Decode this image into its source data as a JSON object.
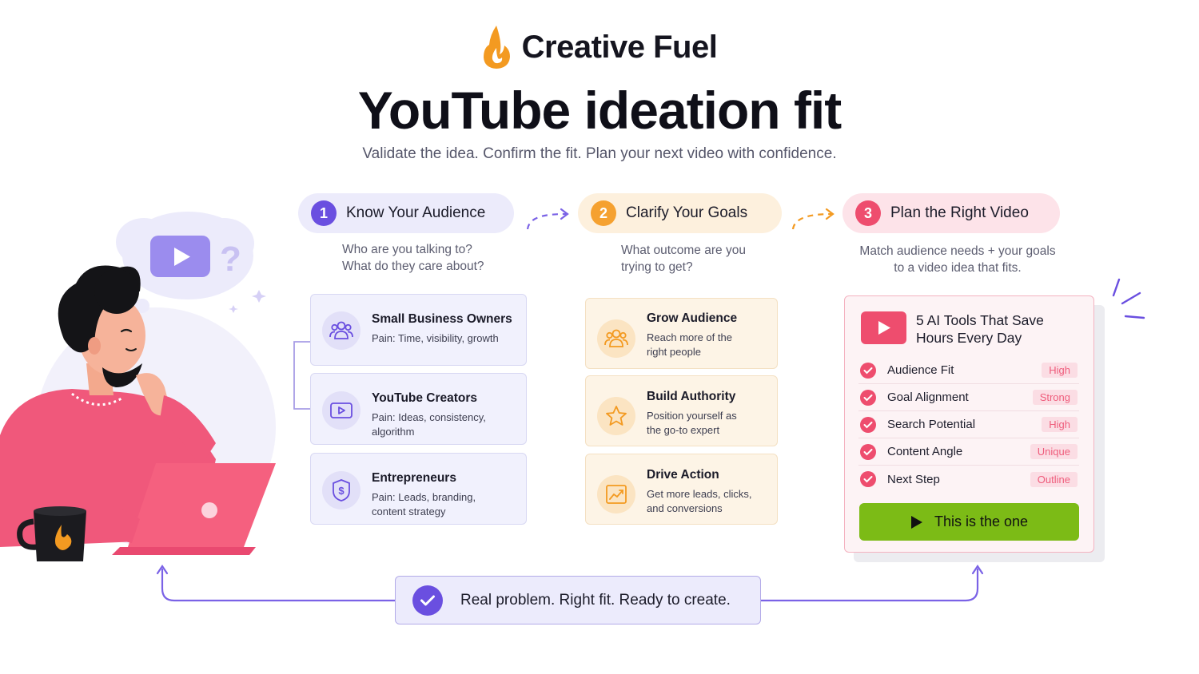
{
  "brand": {
    "name": "Creative Fuel",
    "color": "#f39a21"
  },
  "title": "YouTube ideation fit",
  "subtitle": "Validate the idea. Confirm the fit. Plan your next video with confidence.",
  "steps": [
    {
      "number": "1",
      "label": "Know Your Audience",
      "question": [
        "Who are you talking to?",
        "What do they care about?"
      ],
      "color": "#6a4fe0"
    },
    {
      "number": "2",
      "label": "Clarify Your Goals",
      "question": [
        "What outcome are you",
        "trying to get?"
      ],
      "color": "#f5a130"
    },
    {
      "number": "3",
      "label": "Plan the Right Video",
      "question": [
        "Match audience needs + your goals",
        "to a video idea that fits."
      ],
      "color": "#ee4d6e"
    }
  ],
  "audiences": [
    {
      "title": "Small Business Owners",
      "desc": [
        "Pain: Time, visibility, growth"
      ],
      "icon": "group-icon"
    },
    {
      "title": "YouTube Creators",
      "desc": [
        "Pain: Ideas, consistency,",
        "algorithm"
      ],
      "icon": "video-play-icon"
    },
    {
      "title": "Entrepreneurs",
      "desc": [
        "Pain: Leads, branding,",
        "content strategy"
      ],
      "icon": "dollar-badge-icon"
    }
  ],
  "goals": [
    {
      "title": "Grow Audience",
      "desc": [
        "Reach more of the",
        "right people"
      ],
      "icon": "group-icon"
    },
    {
      "title": "Build Authority",
      "desc": [
        "Position yourself as",
        "the go-to expert"
      ],
      "icon": "star-icon"
    },
    {
      "title": "Drive Action",
      "desc": [
        "Get more leads, clicks,",
        "and conversions"
      ],
      "icon": "chart-up-icon"
    }
  ],
  "result": {
    "video_title": [
      "5 AI Tools That Save",
      "Hours Every Day"
    ],
    "checks": [
      {
        "label": "Audience Fit",
        "badge": "High"
      },
      {
        "label": "Goal Alignment",
        "badge": "Strong"
      },
      {
        "label": "Search Potential",
        "badge": "High"
      },
      {
        "label": "Content Angle",
        "badge": "Unique"
      },
      {
        "label": "Next Step",
        "badge": "Outline"
      }
    ],
    "cta": "This is the one",
    "cta_color": "#7cbb16"
  },
  "banner": "Real problem. Right fit. Ready to create.",
  "illustration": {
    "icons": [
      "thinking-person-icon",
      "laptop-icon",
      "mug-icon",
      "thought-bubble-icon"
    ]
  }
}
